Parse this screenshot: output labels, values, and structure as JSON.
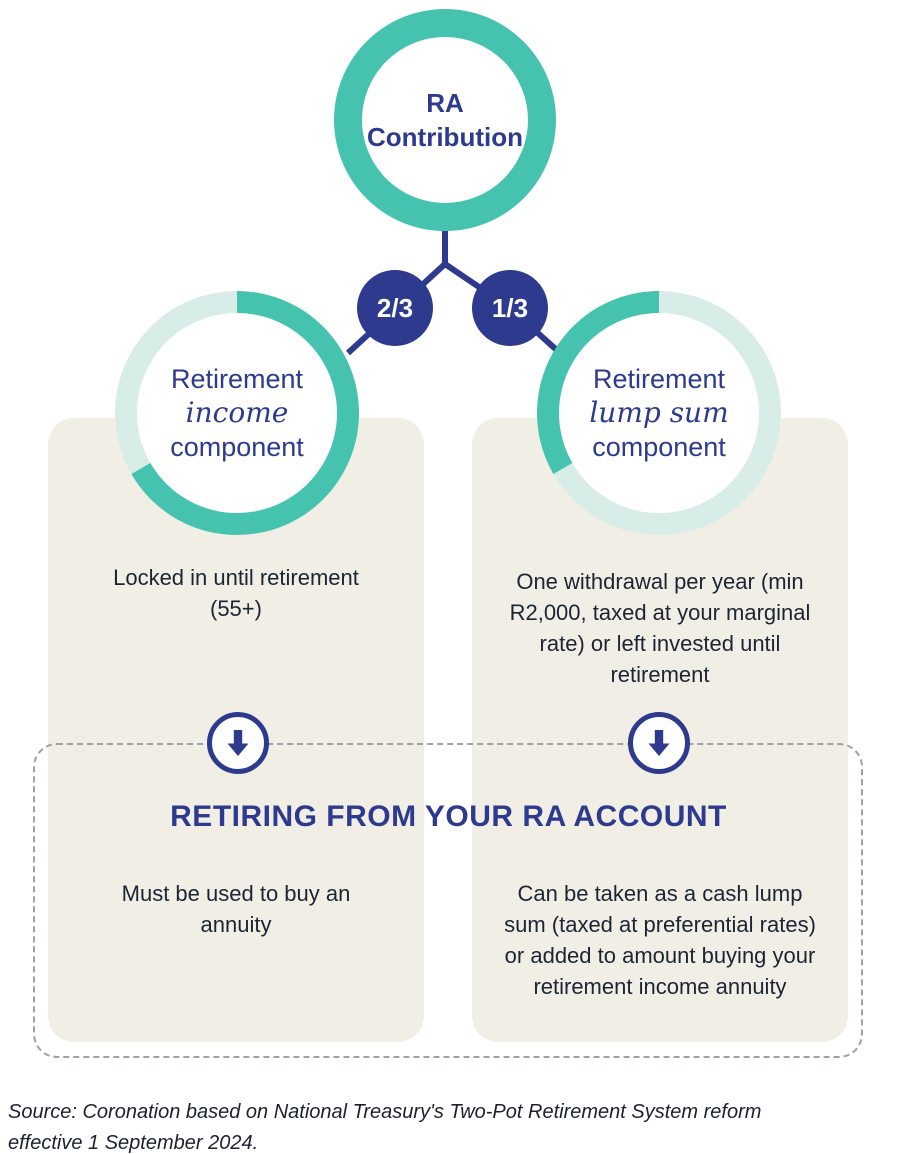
{
  "diagram": {
    "root": {
      "label_line1": "RA",
      "label_line2": "Contribution"
    },
    "branches": {
      "left_fraction": "2/3",
      "right_fraction": "1/3"
    },
    "left_component": {
      "title_line1": "Retirement",
      "title_line2": "income",
      "title_line3": "component",
      "rule": "Locked in until retirement (55+)",
      "retirement_rule": "Must be used to buy an annuity"
    },
    "right_component": {
      "title_line1": "Retirement",
      "title_line2": "lump sum",
      "title_line3": "component",
      "rule": "One withdrawal per year (min R2,000, taxed at your marginal rate) or left invested until retirement",
      "retirement_rule": "Can be taken as a cash lump sum (taxed at preferential rates) or added to amount buying your retirement income annuity"
    },
    "retirement_banner": {
      "heading": "RETIRING FROM YOUR RA ACCOUNT"
    }
  },
  "footer": {
    "source": "Source: Coronation based on National Treasury's Two-Pot Retirement System reform effective 1 September 2024."
  },
  "colors": {
    "teal": "#45C3AE",
    "teal_light": "#D8EDE8",
    "indigo": "#2D3A8E",
    "card_beige": "#F1EEE6",
    "text_dark": "#1D2433",
    "dash_gray": "#9BA2AA"
  }
}
